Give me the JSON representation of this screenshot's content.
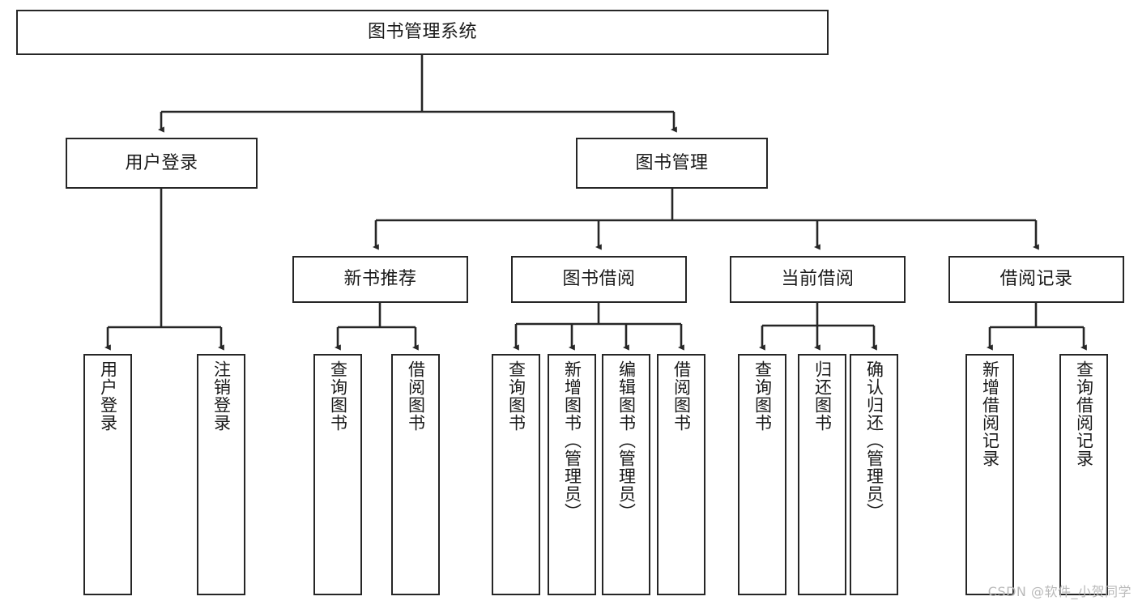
{
  "diagram": {
    "title_text": "图书管理系统",
    "type": "hierarchy-tree",
    "orientation": "top-down",
    "edge_color": "#262626",
    "box_border_color": "#262626",
    "box_fill_color": "#ffffff",
    "background_color": "#ffffff",
    "watermark": "CSDN @软件_小贺同学",
    "nodes": {
      "root": {
        "label": "图书管理系统",
        "level": 1,
        "text_direction": "horizontal"
      },
      "l2": [
        {
          "id": "user-login",
          "label": "用户登录",
          "level": 2,
          "text_direction": "horizontal"
        },
        {
          "id": "book-management",
          "label": "图书管理",
          "level": 2,
          "text_direction": "horizontal"
        }
      ],
      "l3": [
        {
          "id": "new-book-recommend",
          "label": "新书推荐",
          "level": 3,
          "text_direction": "horizontal"
        },
        {
          "id": "book-borrow",
          "label": "图书借阅",
          "level": 3,
          "text_direction": "horizontal"
        },
        {
          "id": "current-borrow",
          "label": "当前借阅",
          "level": 3,
          "text_direction": "horizontal"
        },
        {
          "id": "borrow-record",
          "label": "借阅记录",
          "level": 3,
          "text_direction": "horizontal"
        }
      ],
      "leaves": [
        {
          "id": "leaf-user-login",
          "label": "用户登录",
          "parent": "user-login",
          "text_direction": "vertical"
        },
        {
          "id": "leaf-logout",
          "label": "注销登录",
          "parent": "user-login",
          "text_direction": "vertical"
        },
        {
          "id": "leaf-query-book-1",
          "label": "查询图书",
          "parent": "new-book-recommend",
          "text_direction": "vertical"
        },
        {
          "id": "leaf-borrow-book-1",
          "label": "借阅图书",
          "parent": "new-book-recommend",
          "text_direction": "vertical"
        },
        {
          "id": "leaf-query-book-2",
          "label": "查询图书",
          "parent": "book-borrow",
          "text_direction": "vertical"
        },
        {
          "id": "leaf-add-book",
          "label": "新增图书（管理员）",
          "parent": "book-borrow",
          "text_direction": "vertical"
        },
        {
          "id": "leaf-edit-book",
          "label": "编辑图书（管理员）",
          "parent": "book-borrow",
          "text_direction": "vertical"
        },
        {
          "id": "leaf-borrow-book-2",
          "label": "借阅图书",
          "parent": "book-borrow",
          "text_direction": "vertical"
        },
        {
          "id": "leaf-query-book-3",
          "label": "查询图书",
          "parent": "current-borrow",
          "text_direction": "vertical"
        },
        {
          "id": "leaf-return-book",
          "label": "归还图书",
          "parent": "current-borrow",
          "text_direction": "vertical"
        },
        {
          "id": "leaf-confirm-return",
          "label": "确认归还（管理员）",
          "parent": "current-borrow",
          "text_direction": "vertical"
        },
        {
          "id": "leaf-add-record",
          "label": "新增借阅记录",
          "parent": "borrow-record",
          "text_direction": "vertical"
        },
        {
          "id": "leaf-query-record",
          "label": "查询借阅记录",
          "parent": "borrow-record",
          "text_direction": "vertical"
        }
      ]
    }
  }
}
